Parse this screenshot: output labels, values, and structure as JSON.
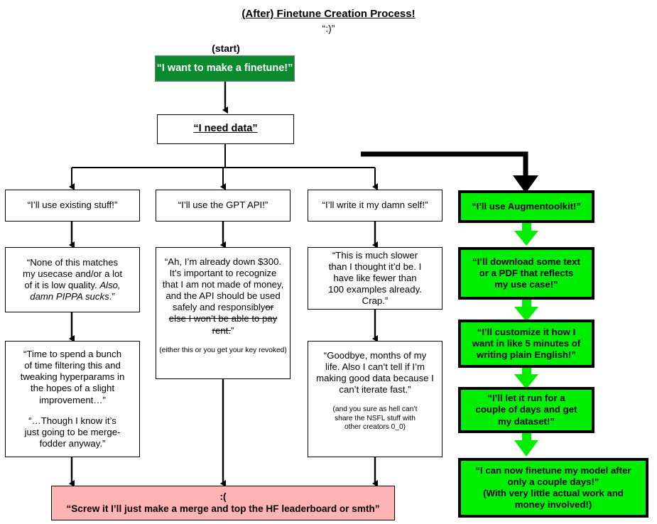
{
  "header": {
    "title": "(After) Finetune Creation Process!",
    "subtitle": "“:)”",
    "start_label": "(start)"
  },
  "colors": {
    "start_green": "#0b8a2e",
    "bright_green": "#00ee00",
    "pink": "#ffb3b3",
    "black": "#000000",
    "white": "#ffffff"
  },
  "nodes": {
    "start": {
      "text": "“I want to make a finetune!”"
    },
    "need_data": {
      "text": "“I need data”"
    },
    "col1": {
      "branch": {
        "text": "“I’ll use existing stuff!”"
      },
      "step1": {
        "line1": "“None of this matches",
        "line2": "my usecase and/or a lot",
        "line3": "of it is low quality.",
        "italic1": "Also,",
        "italic2": "damn PIPPA sucks",
        "line4": ".”"
      },
      "step2": {
        "line1": "“Time to spend a bunch",
        "line2": "of time filtering this and",
        "line3": "tweaking hyperparams in",
        "line4": "the hopes of a slight",
        "line5": "improvement…”",
        "line6": "“…Though I know it’s",
        "line7": "just going to be merge-",
        "line8": "fodder anyway.”"
      }
    },
    "col2": {
      "branch": {
        "text": "“I’ll use the GPT API!”"
      },
      "step1": {
        "line1": "“Ah, I’m already down $300.",
        "line2": "It’s important to recognize",
        "line3": "that I am not made of money,",
        "line4": "and the API should be used",
        "line5": "safely and responsibly",
        "strike1": "or",
        "strike2": "else I won’t be able to pay",
        "strike3": "rent.",
        "line6": "”",
        "note": "(either this or you get your key revoked)"
      }
    },
    "col3": {
      "branch": {
        "text": "“I’ll write it my damn self!”"
      },
      "step1": {
        "line1": "“This is much slower",
        "line2": "than I thought it’d be. I",
        "line3": "have like fewer than",
        "line4": "100 examples already.",
        "line5": "Crap.”"
      },
      "step2": {
        "line1": "“Goodbye, months of my",
        "line2": "life. Also I can’t tell if I’m",
        "line3": "making good data because I",
        "line4": "can’t iterate fast.”",
        "note1": "(and you sure as hell can’t",
        "note2": "share the NSFL stuff with",
        "note3": "other creators 0_0)"
      }
    },
    "col4": {
      "branch": {
        "text": "“I’ll use Augmentoolkit!”"
      },
      "step1": {
        "line1": "“I’ll download some text",
        "line2": "or a PDF that reflects",
        "line3": "my use case!”"
      },
      "step2": {
        "line1": "“I’ll customize it how I",
        "line2": "want in like 5 minutes of",
        "line3": "writing plain English!”"
      },
      "step3": {
        "line1": "“I’ll let it run for a",
        "line2": "couple of days and get",
        "line3": "my dataset!”"
      },
      "step4": {
        "line1": "“I can now finetune my model after",
        "line2": "only a couple days!”",
        "line3": "(With very little actual work and",
        "line4": "money involved!)"
      }
    },
    "bad_end": {
      "line1": ":(",
      "line2": "“Screw it I’ll just make a merge and top the HF leaderboard or smth”"
    }
  }
}
